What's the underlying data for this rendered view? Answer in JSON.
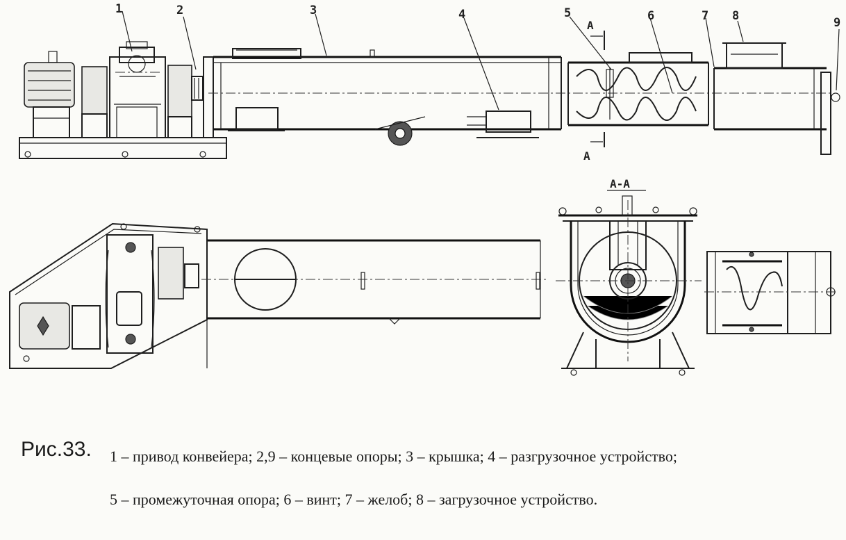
{
  "figure": {
    "number_label": "Рис.33.",
    "caption_line1": "1 – привод конвейера; 2,9 – концевые опоры; 3 – крышка; 4 – разгрузочное устройство;",
    "caption_line2": "5 – промежуточная опора; 6 – винт; 7 – желоб; 8 – загрузочное устройство."
  },
  "callouts": {
    "c1": "1",
    "c2": "2",
    "c3": "3",
    "c4": "4",
    "c5": "5",
    "c6": "6",
    "c7": "7",
    "c8": "8",
    "c9": "9"
  },
  "section": {
    "mark_top": "A",
    "mark_bottom": "A",
    "title": "A-A"
  }
}
